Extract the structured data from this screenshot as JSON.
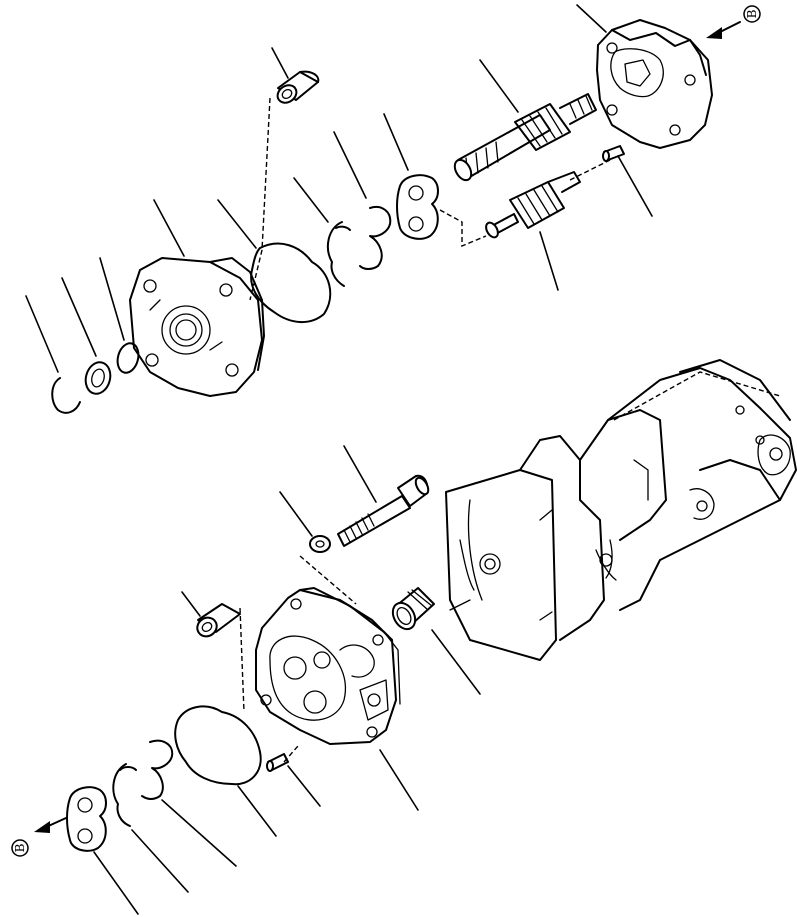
{
  "diagram": {
    "type": "exploded-parts-view",
    "ref_markers": [
      {
        "label": "B"
      },
      {
        "label": "B"
      }
    ]
  }
}
